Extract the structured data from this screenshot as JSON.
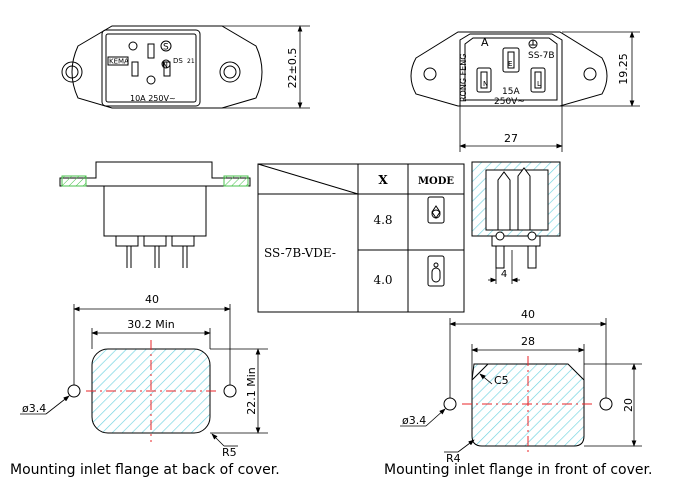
{
  "top_left": {
    "dim_height": "22±0.5",
    "marks": {
      "brand": "KEMA",
      "rating": "10A 250V~",
      "s_mark": "S",
      "n_mark": "N",
      "ds_mark": "DS",
      "cl_mark": "21"
    }
  },
  "top_right": {
    "dim_width": "27",
    "dim_height": "19.25",
    "marks": {
      "letter": "A",
      "brand": "RONG FENG",
      "model": "SS-7B",
      "amps": "15A",
      "volts": "250V~",
      "e": "E",
      "n": "N",
      "l": "L"
    }
  },
  "cross_section": {
    "dim": "4"
  },
  "table": {
    "col_x": "X",
    "col_mode": "MODE",
    "part": "SS-7B-VDE-",
    "row1_x": "4.8",
    "row2_x": "4.0"
  },
  "bottom_left": {
    "width_outer": "40",
    "width_inner": "30.2 Min",
    "height": "22.1 Min",
    "hole": "ø3.4",
    "radius": "R5",
    "caption": "Mounting inlet flange at back of cover."
  },
  "bottom_right": {
    "width_outer": "40",
    "width_inner": "28",
    "height": "20",
    "chamfer": "C5",
    "hole": "ø3.4",
    "radius": "R4",
    "caption": "Mounting inlet flange in front of cover."
  },
  "colors": {
    "line": "#000000",
    "hatch": "#6fd3e0",
    "center": "#e8262a",
    "green": "#49c24c"
  }
}
